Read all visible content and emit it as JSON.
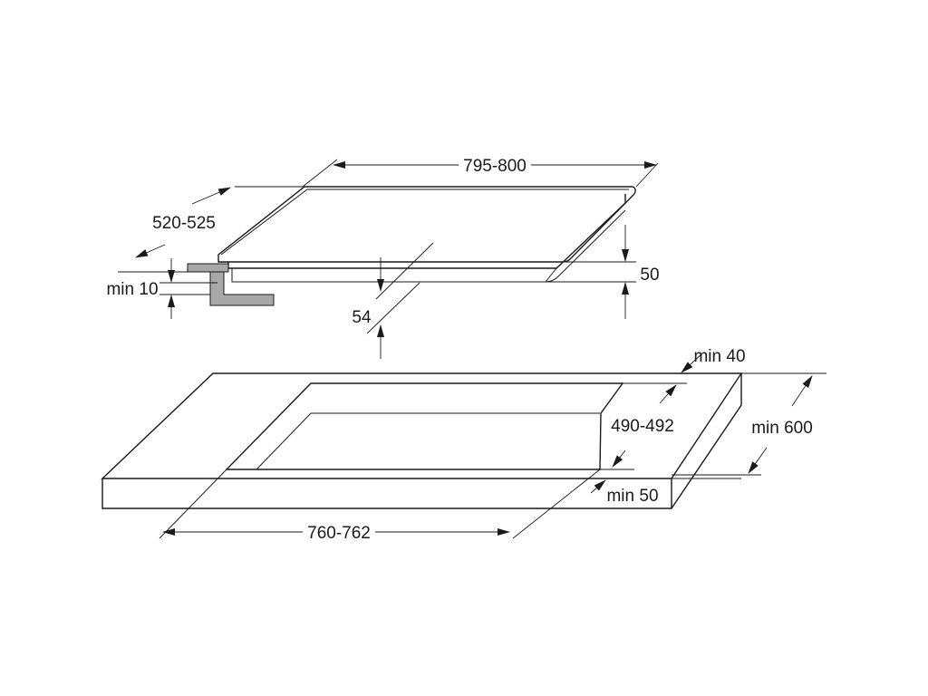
{
  "hob": {
    "width_label": "795-800",
    "depth_label": "520-525",
    "height_label": "50",
    "clearance_label": "54",
    "bracket_label": "min 10"
  },
  "worktop": {
    "cutout_width_label": "760-762",
    "cutout_depth_label": "490-492",
    "rear_margin_label": "min 40",
    "front_margin_label": "min 50",
    "worktop_depth_label": "min 600"
  }
}
